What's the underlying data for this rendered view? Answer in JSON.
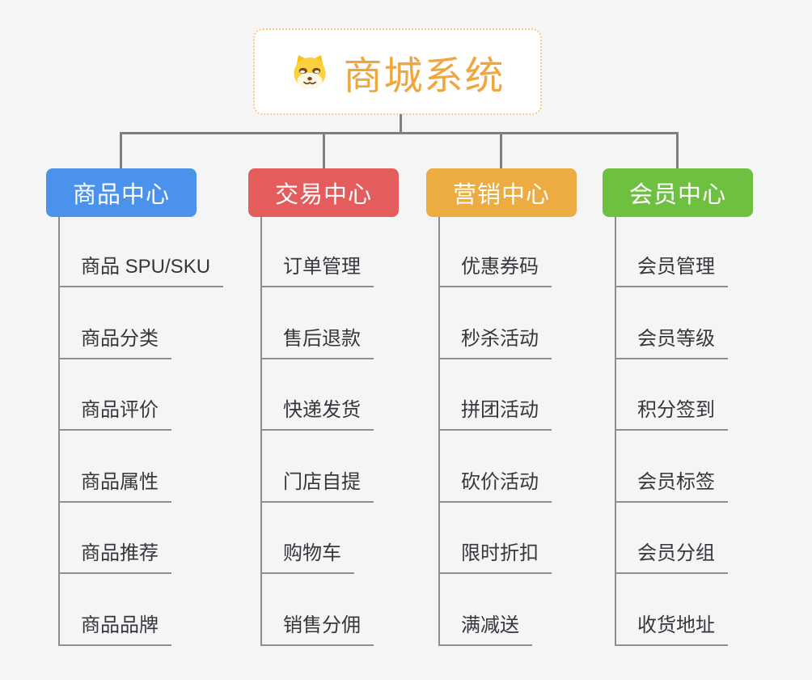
{
  "canvas_background": "#f5f5f5",
  "connector_color": "#7f7f7f",
  "root": {
    "title": "商城系统",
    "icon": "dog-face-icon",
    "title_color": "#f0a63f",
    "border_color": "#f5c981",
    "background": "#ffffff"
  },
  "leaf_style": {
    "underline_color": "#8f8f8f",
    "text_color": "#34373c"
  },
  "branches": [
    {
      "id": "product-center",
      "label": "商品中心",
      "color": "#4b92ec",
      "items": [
        "商品 SPU/SKU",
        "商品分类",
        "商品评价",
        "商品属性",
        "商品推荐",
        "商品品牌"
      ]
    },
    {
      "id": "trade-center",
      "label": "交易中心",
      "color": "#e55c5c",
      "items": [
        "订单管理",
        "售后退款",
        "快递发货",
        "门店自提",
        "购物车",
        "销售分佣"
      ]
    },
    {
      "id": "marketing-center",
      "label": "营销中心",
      "color": "#edac41",
      "items": [
        "优惠券码",
        "秒杀活动",
        "拼团活动",
        "砍价活动",
        "限时折扣",
        "满减送"
      ]
    },
    {
      "id": "member-center",
      "label": "会员中心",
      "color": "#6fbf40",
      "items": [
        "会员管理",
        "会员等级",
        "积分签到",
        "会员标签",
        "会员分组",
        "收货地址"
      ]
    }
  ]
}
